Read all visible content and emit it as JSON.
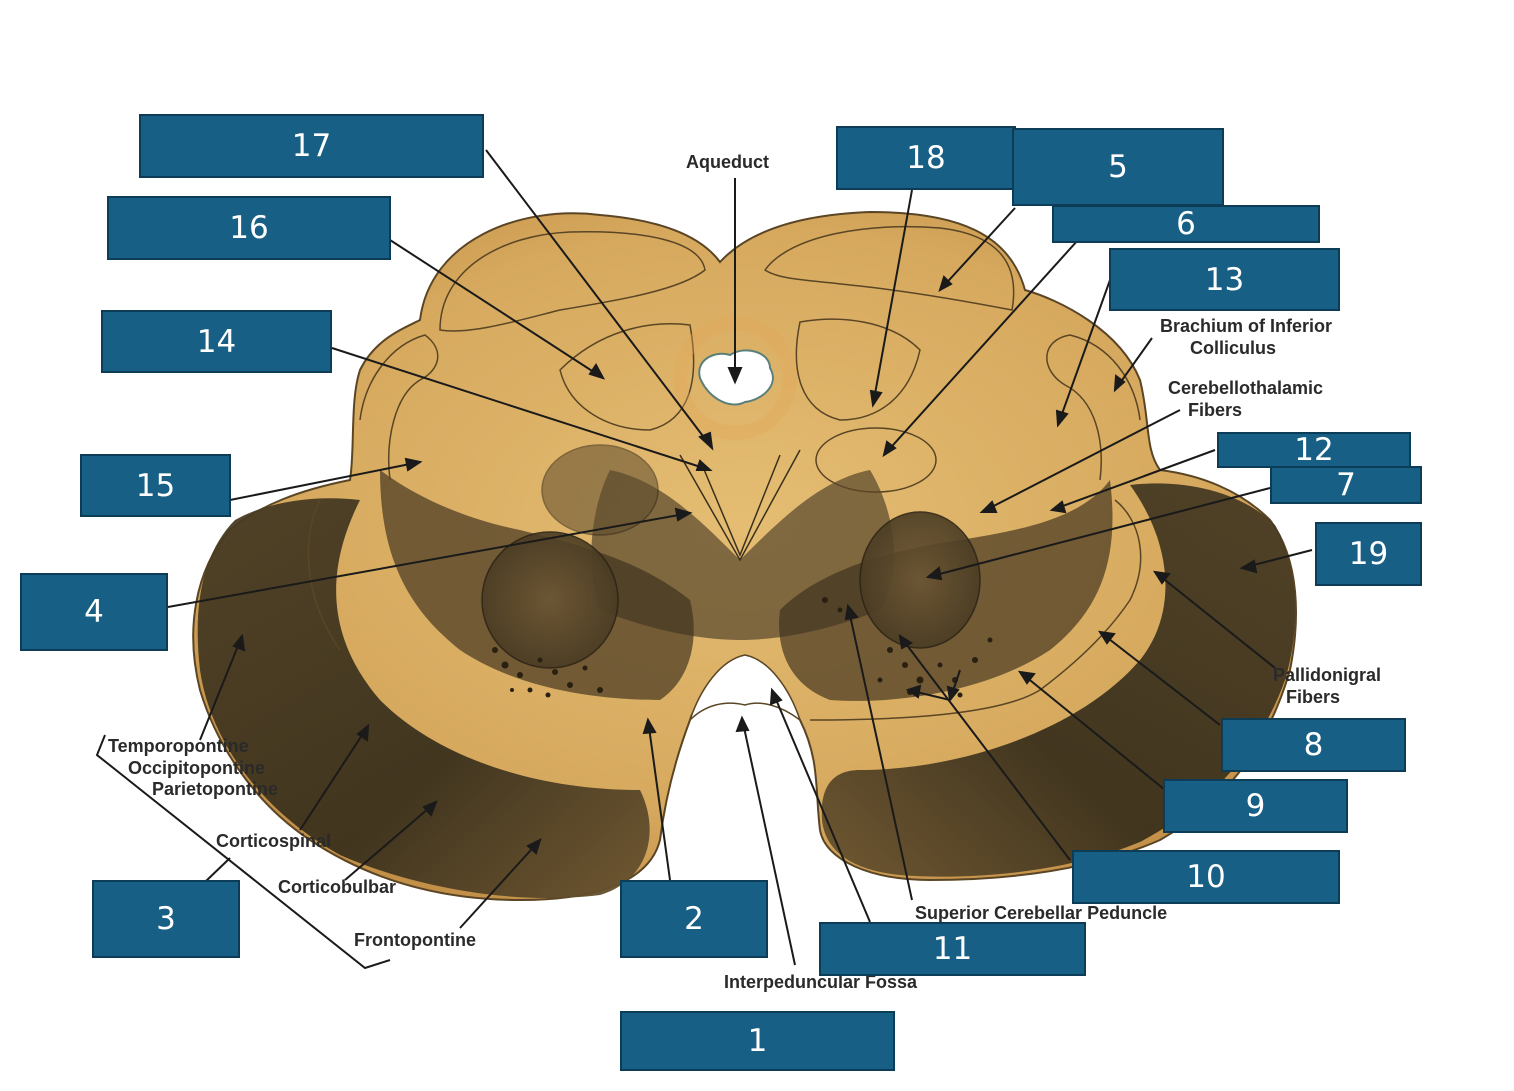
{
  "labels": {
    "aqueduct": "Aqueduct",
    "brachium_1": "Brachium of Inferior",
    "brachium_2": "Colliculus",
    "cerebellothalamic_1": "Cerebellothalamic",
    "cerebellothalamic_2": "Fibers",
    "pallidonigral_1": "Pallidonigral",
    "pallidonigral_2": "Fibers",
    "temporopontine": "Temporopontine",
    "occipitopontine": "Occipitopontine",
    "parietopontine": "Parietopontine",
    "corticospinal": "Corticospinal",
    "corticobulbar": "Corticobulbar",
    "frontopontine": "Frontopontine",
    "interpeduncular_fossa": "Interpeduncular Fossa",
    "superior_cerebellar_peduncle": "Superior Cerebellar Peduncle"
  },
  "answer_boxes": [
    "17",
    "16",
    "14",
    "15",
    "4",
    "3",
    "2",
    "1",
    "11",
    "18",
    "5",
    "6",
    "13",
    "12",
    "7",
    "19",
    "8",
    "9",
    "10"
  ],
  "colors": {
    "box_fill": "#175f84",
    "tissue_light": "#d7ab60",
    "tissue_dark": "#3f3520"
  }
}
